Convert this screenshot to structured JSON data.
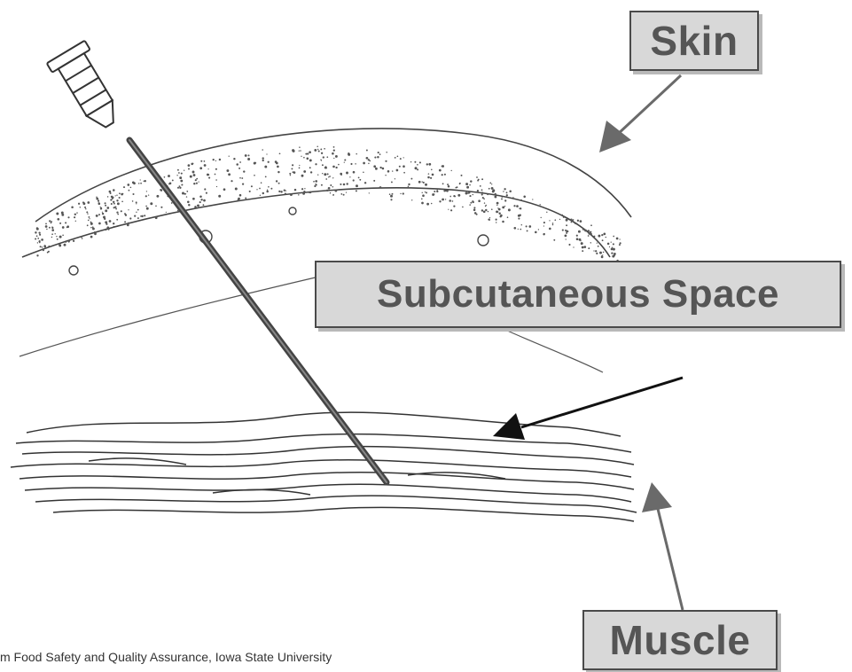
{
  "labels": {
    "skin": "Skin",
    "subcutaneous_space": "Subcutaneous Space",
    "muscle": "Muscle"
  },
  "credit": "m Food Safety and Quality Assurance, Iowa State University",
  "colors": {
    "label_fill": "#d8d8d8",
    "label_text": "#555555",
    "arrow_gray": "#6a6a6a",
    "arrow_black": "#111111",
    "line_art": "#333333"
  }
}
